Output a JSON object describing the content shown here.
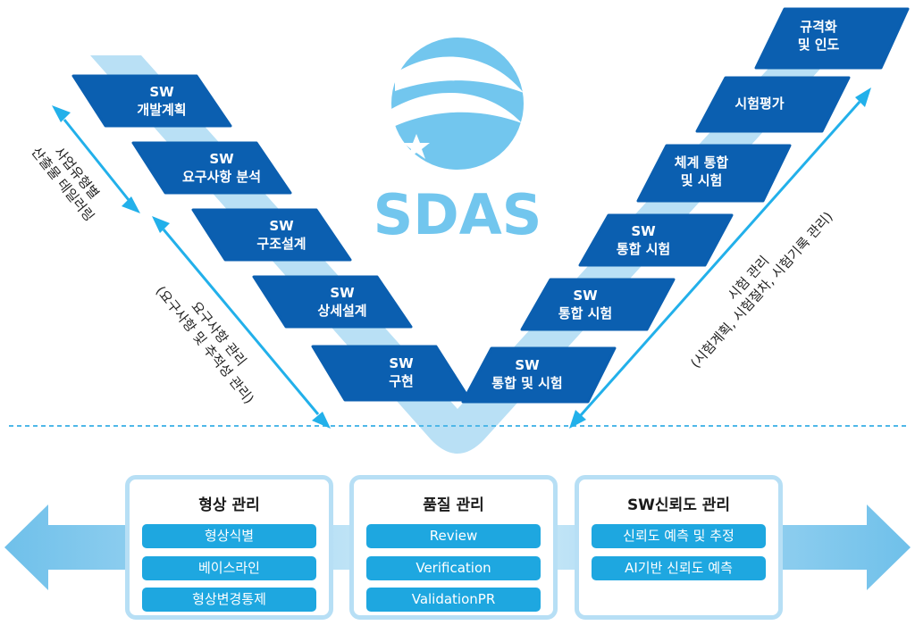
{
  "logo": {
    "text": "SDAS"
  },
  "left_steps": [
    {
      "label": "SW\n개발계획"
    },
    {
      "label": "SW\n요구사항 분석"
    },
    {
      "label": "SW\n구조설계"
    },
    {
      "label": "SW\n상세설계"
    },
    {
      "label": "SW\n구현"
    }
  ],
  "right_steps": [
    {
      "label": "SW\n통합 및 시험"
    },
    {
      "label": "SW\n통합 시험"
    },
    {
      "label": "SW\n통합 시험"
    },
    {
      "label": "체계 통합\n및 시험"
    },
    {
      "label": "시험평가"
    },
    {
      "label": "규격화\n및 인도"
    }
  ],
  "left_labels": [
    {
      "line1": "사업유형별",
      "line2": "산출물 테일러링"
    },
    {
      "line1": "요구사항 관리",
      "line2": "(요구사항 및 추적성 관리)"
    }
  ],
  "right_label": {
    "line1": "시험 관리",
    "line2": "(시험계획, 시험절차, 시험기록 관리)"
  },
  "panels": [
    {
      "title": "형상 관리",
      "items": [
        "형상식별",
        "베이스라인",
        "형상변경통제"
      ]
    },
    {
      "title": "품질 관리",
      "items": [
        "Review",
        "Verification",
        "ValidationPR"
      ]
    },
    {
      "title": "SW신뢰도 관리",
      "items": [
        "신뢰도 예측 및 추정",
        "AI기반 신뢰도 예측"
      ]
    }
  ],
  "colors": {
    "step_fill": "#0b5fb0",
    "v_band": "#b9e0f5",
    "arrow": "#22b0ea",
    "logo": "#72c6ee",
    "pill": "#1ea7e0",
    "panel_border": "#b7dff5"
  }
}
